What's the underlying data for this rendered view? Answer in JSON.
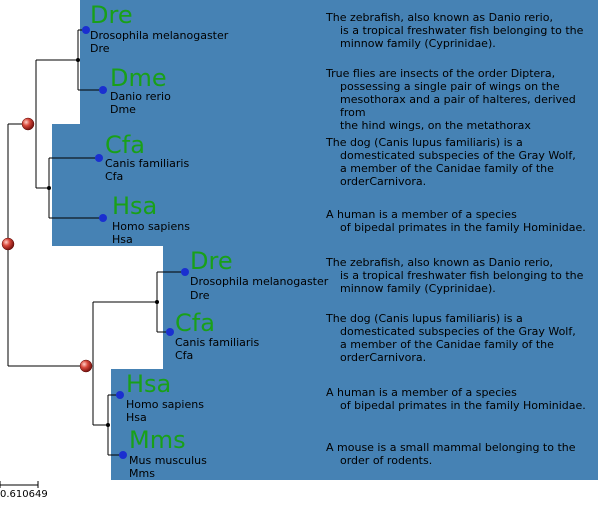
{
  "leaves": [
    {
      "code": "Dre",
      "name": "Drosophila melanogaster",
      "label": "Dre",
      "description": [
        "The zebrafish, also known as Danio rerio,",
        "is a tropical freshwater fish belonging to the",
        "minnow family (Cyprinidae)."
      ]
    },
    {
      "code": "Dme",
      "name": "Danio rerio",
      "label": "Dme",
      "description": [
        "True flies are insects of the order Diptera,",
        "possessing a single pair of wings on the",
        "mesothorax and a pair of halteres, derived from",
        "the hind wings, on the metathorax"
      ]
    },
    {
      "code": "Cfa",
      "name": "Canis familiaris",
      "label": "Cfa",
      "description": [
        "The dog (Canis lupus familiaris) is a",
        "domesticated subspecies of the Gray Wolf,",
        "a member of the Canidae family of the",
        "orderCarnivora."
      ]
    },
    {
      "code": "Hsa",
      "name": "Homo sapiens",
      "label": "Hsa",
      "description": [
        "A human is a member of a species",
        "of bipedal primates in the family Hominidae."
      ]
    },
    {
      "code": "Dre",
      "name": "Drosophila melanogaster",
      "label": "Dre",
      "description": [
        "The zebrafish, also known as Danio rerio,",
        "is a tropical freshwater fish belonging to the",
        "minnow family (Cyprinidae)."
      ]
    },
    {
      "code": "Cfa",
      "name": "Canis familiaris",
      "label": "Cfa",
      "description": [
        "The dog (Canis lupus familiaris) is a",
        "domesticated subspecies of the Gray Wolf,",
        "a member of the Canidae family of the",
        "orderCarnivora."
      ]
    },
    {
      "code": "Hsa",
      "name": "Homo sapiens",
      "label": "Hsa",
      "description": [
        "A human is a member of a species",
        "of bipedal primates in the family Hominidae."
      ]
    },
    {
      "code": "Mms",
      "name": "Mus musculus",
      "label": "Mms",
      "description": [
        "A mouse is a small mammal belonging to the",
        "order of rodents."
      ]
    }
  ],
  "scale": {
    "label": "0.610649"
  },
  "colors": {
    "background_box": "#4682b4",
    "leaf_code": "#19a019",
    "leaf_dot": "#1a2fd0",
    "node_circle": "#c0392b",
    "branch": "#000000"
  }
}
